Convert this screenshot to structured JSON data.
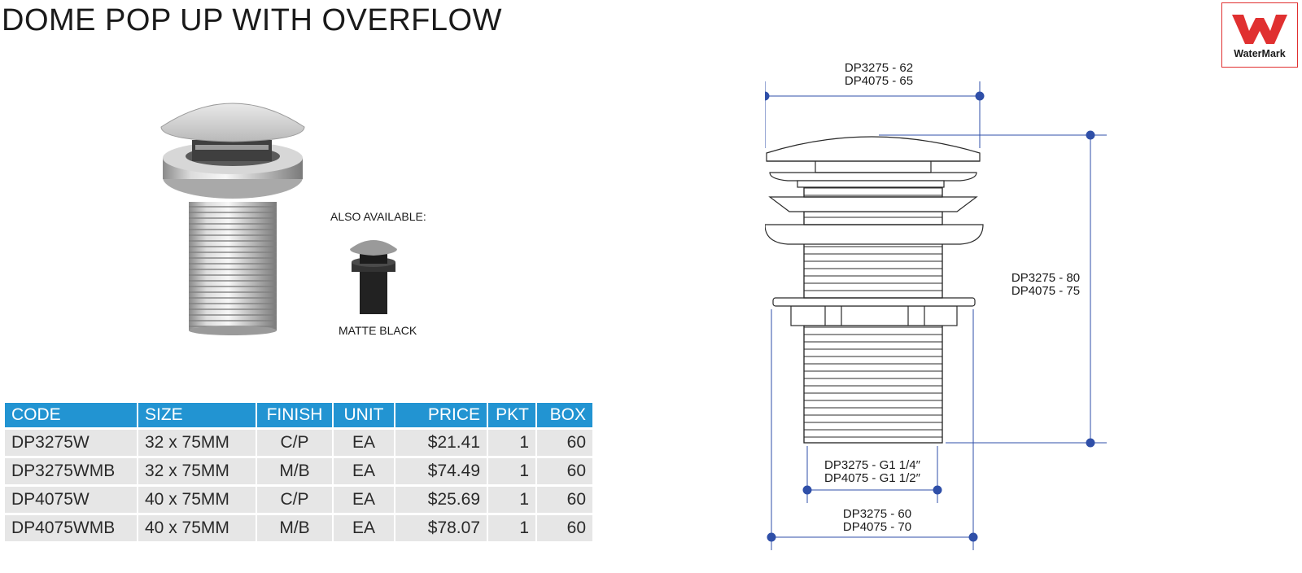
{
  "page": {
    "title": "DOME POP UP WITH OVERFLOW"
  },
  "certification": {
    "logo_text": "WaterMark",
    "brand_color": "#e03030"
  },
  "variants": {
    "also_available_label": "ALSO AVAILABLE:",
    "option_label": "MATTE BLACK"
  },
  "table": {
    "header_color": "#2294d2",
    "headers": [
      "CODE",
      "SIZE",
      "FINISH",
      "UNIT",
      "PRICE",
      "PKT",
      "BOX"
    ],
    "rows": [
      [
        "DP3275W",
        "32 x 75MM",
        "C/P",
        "EA",
        "$21.41",
        "1",
        "60"
      ],
      [
        "DP3275WMB",
        "32 x 75MM",
        "M/B",
        "EA",
        "$74.49",
        "1",
        "60"
      ],
      [
        "DP4075W",
        "40 x 75MM",
        "C/P",
        "EA",
        "$25.69",
        "1",
        "60"
      ],
      [
        "DP4075WMB",
        "40 x 75MM",
        "M/B",
        "EA",
        "$78.07",
        "1",
        "60"
      ]
    ]
  },
  "dimensions": {
    "top_width": [
      "DP3275 - 62",
      "DP4075 - 65"
    ],
    "height": [
      "DP3275 - 80",
      "DP4075 - 75"
    ],
    "thread": [
      "DP3275 - G1 1/4″",
      "DP4075 - G1 1/2″"
    ],
    "body_width": [
      "DP3275 - 60",
      "DP4075 - 70"
    ]
  }
}
